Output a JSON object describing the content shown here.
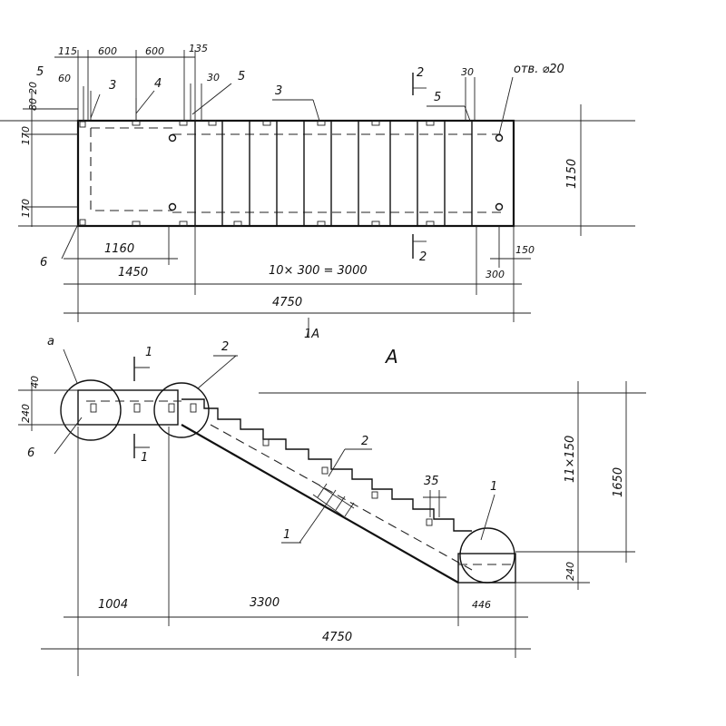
{
  "plan": {
    "top_dims": [
      "115",
      "600",
      "600",
      "135"
    ],
    "callouts": {
      "c5a": "5",
      "c60": "60",
      "c3a": "3",
      "c4": "4",
      "c30a": "30",
      "c5b": "5",
      "c3b": "3",
      "c2top": "2",
      "c5c": "5",
      "c30b": "30",
      "hole": "отв. ⌀20",
      "c6": "6",
      "c2bot": "2"
    },
    "left_dims": [
      "80",
      "20",
      "170",
      "170"
    ],
    "right_dim": "1150",
    "dims_below": {
      "d1160": "1160",
      "d1450": "1450",
      "steps": "10× 300 = 3000",
      "d150": "150",
      "d300": "300",
      "total": "4750",
      "section": "1А"
    }
  },
  "section": {
    "label_a": "А",
    "callouts": {
      "a": "а",
      "c6": "6",
      "c1top": "1",
      "c1bot": "1",
      "c2top": "2",
      "c2mid": "2",
      "c1mid": "1",
      "c1right": "1",
      "c35": "35"
    },
    "left_dims": [
      "40",
      "240"
    ],
    "right_dims": {
      "steps": "11×150",
      "height": "1650",
      "bottom": "240"
    },
    "bottom_dims": {
      "left": "1004",
      "middle": "3300",
      "right": "446",
      "total": "4750"
    }
  }
}
